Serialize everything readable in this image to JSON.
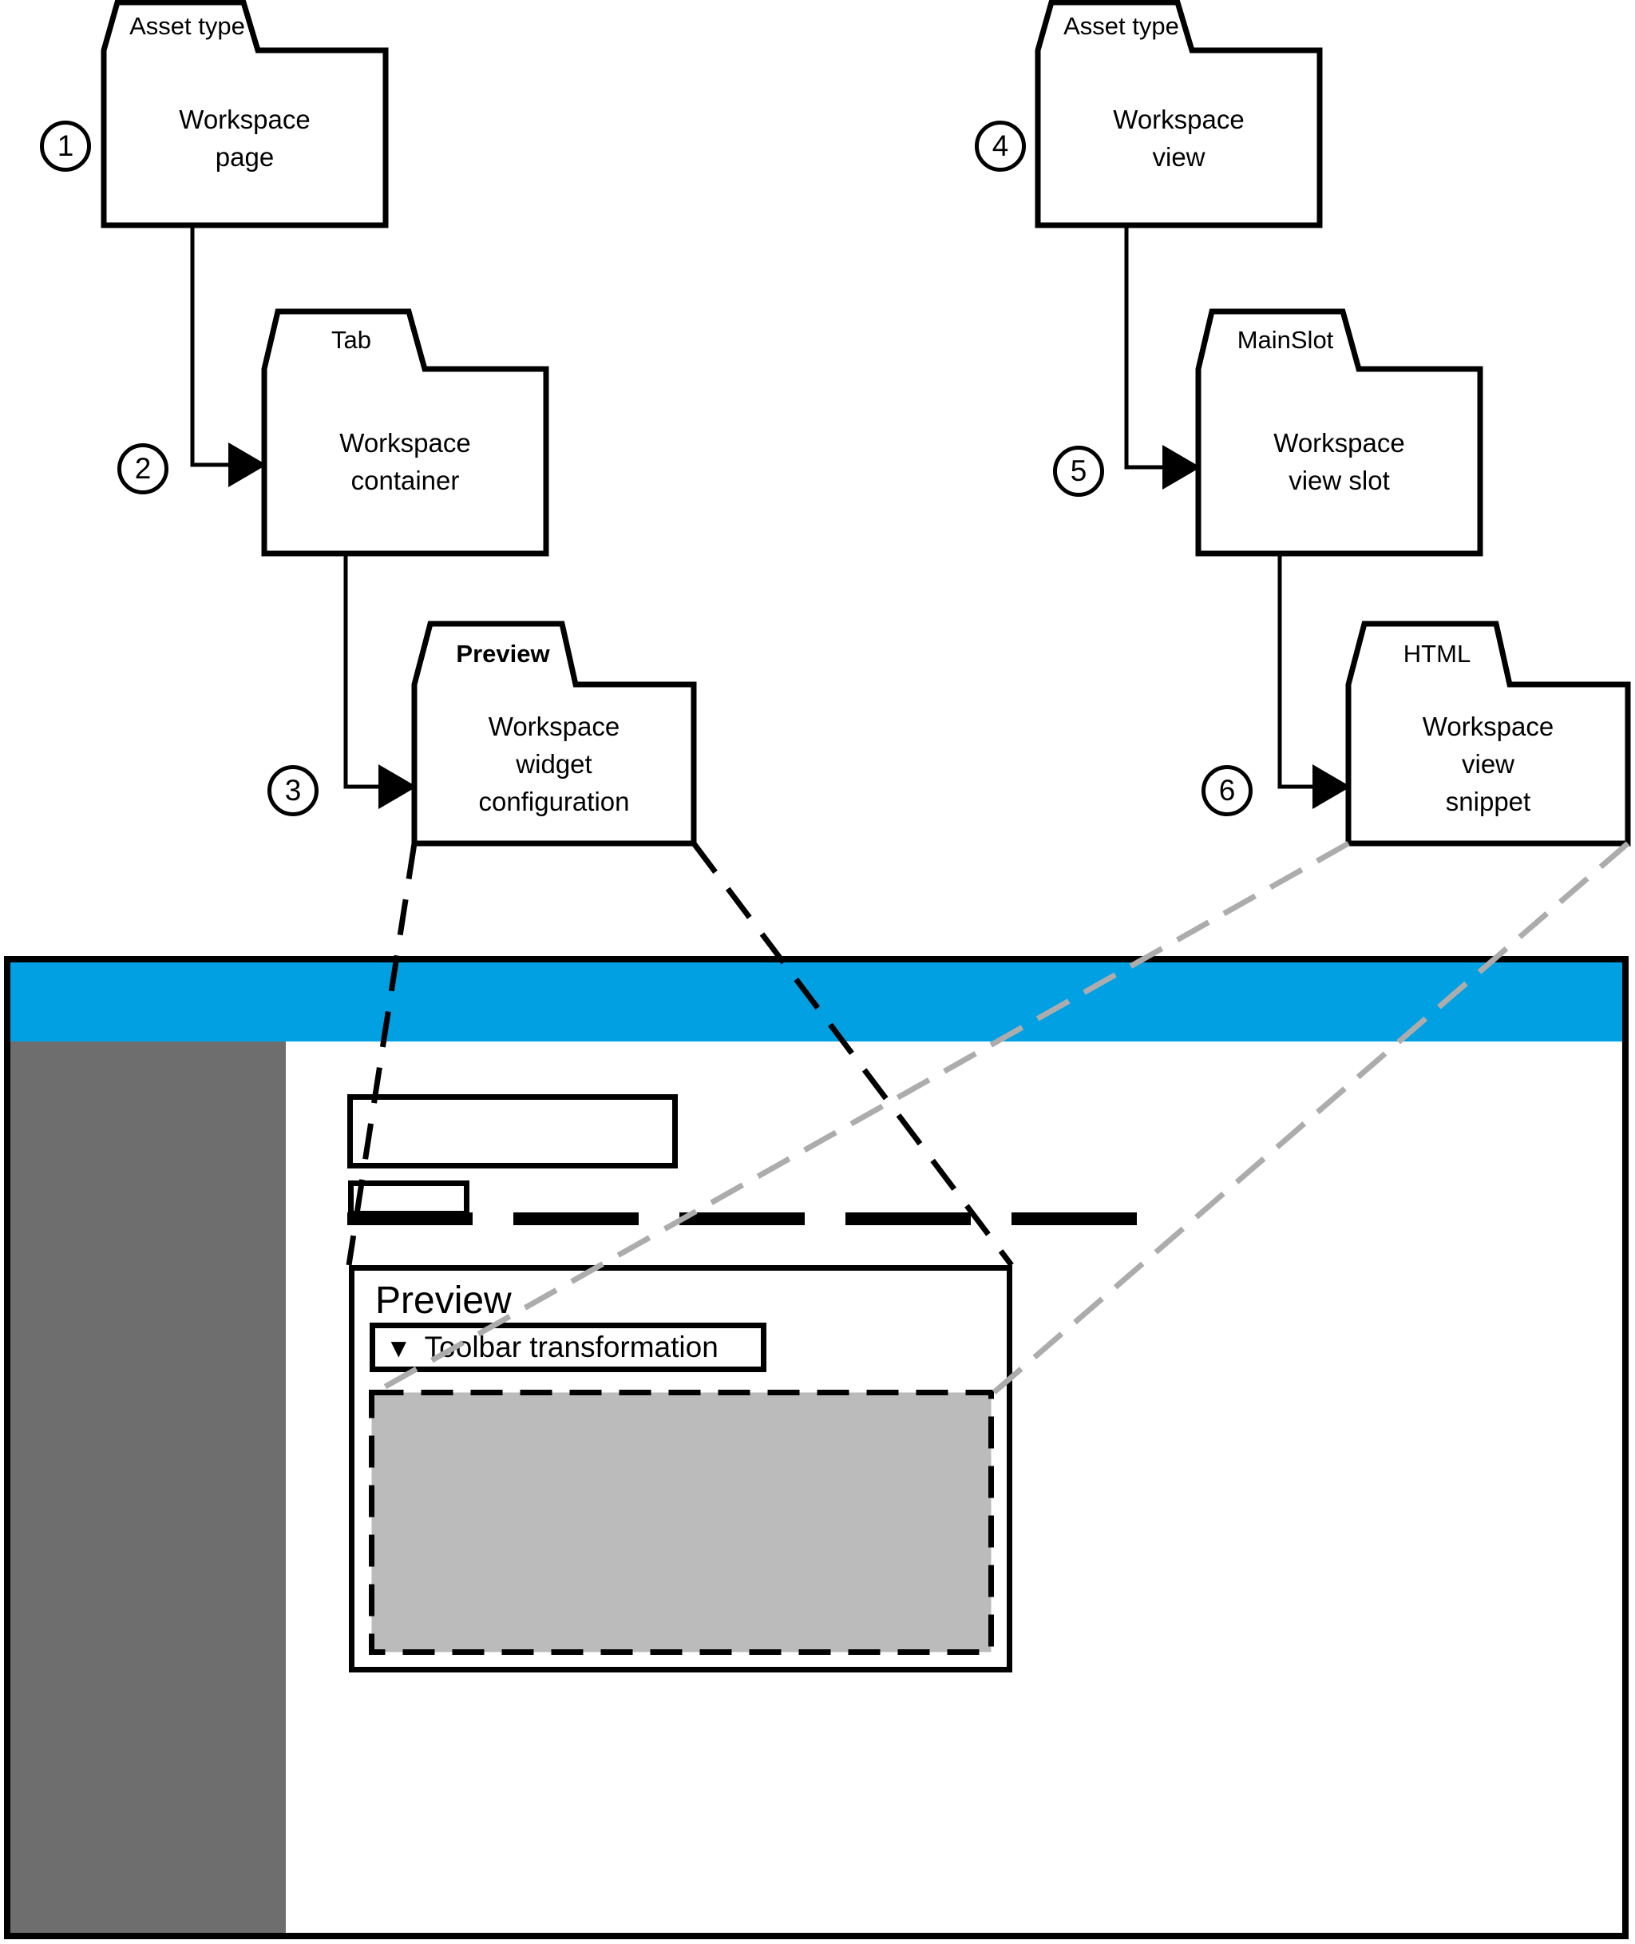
{
  "diagram": {
    "folders": [
      {
        "number": "1",
        "tab_label": "Asset type",
        "body_lines": [
          "Workspace",
          "page"
        ]
      },
      {
        "number": "2",
        "tab_label": "Tab",
        "body_lines": [
          "Workspace",
          "container"
        ]
      },
      {
        "number": "3",
        "tab_label": "Preview",
        "body_lines": [
          "Workspace",
          "widget",
          "configuration"
        ]
      },
      {
        "number": "4",
        "tab_label": "Asset type",
        "body_lines": [
          "Workspace",
          "view"
        ]
      },
      {
        "number": "5",
        "tab_label": "MainSlot",
        "body_lines": [
          "Workspace",
          "view slot"
        ]
      },
      {
        "number": "6",
        "tab_label": "HTML",
        "body_lines": [
          "Workspace",
          "view",
          "snippet"
        ]
      }
    ]
  },
  "mockup": {
    "preview_title": "Preview",
    "toolbar_dropdown": {
      "caret": "▼",
      "label": "Toolbar transformation"
    }
  },
  "colors": {
    "header_cyan": "#00A0E3",
    "sidebar_gray": "#6E6E6E",
    "placeholder_fill_gray": "#BBBBBB",
    "projection_line_gray": "#ACACAC",
    "line_black": "#000000"
  }
}
